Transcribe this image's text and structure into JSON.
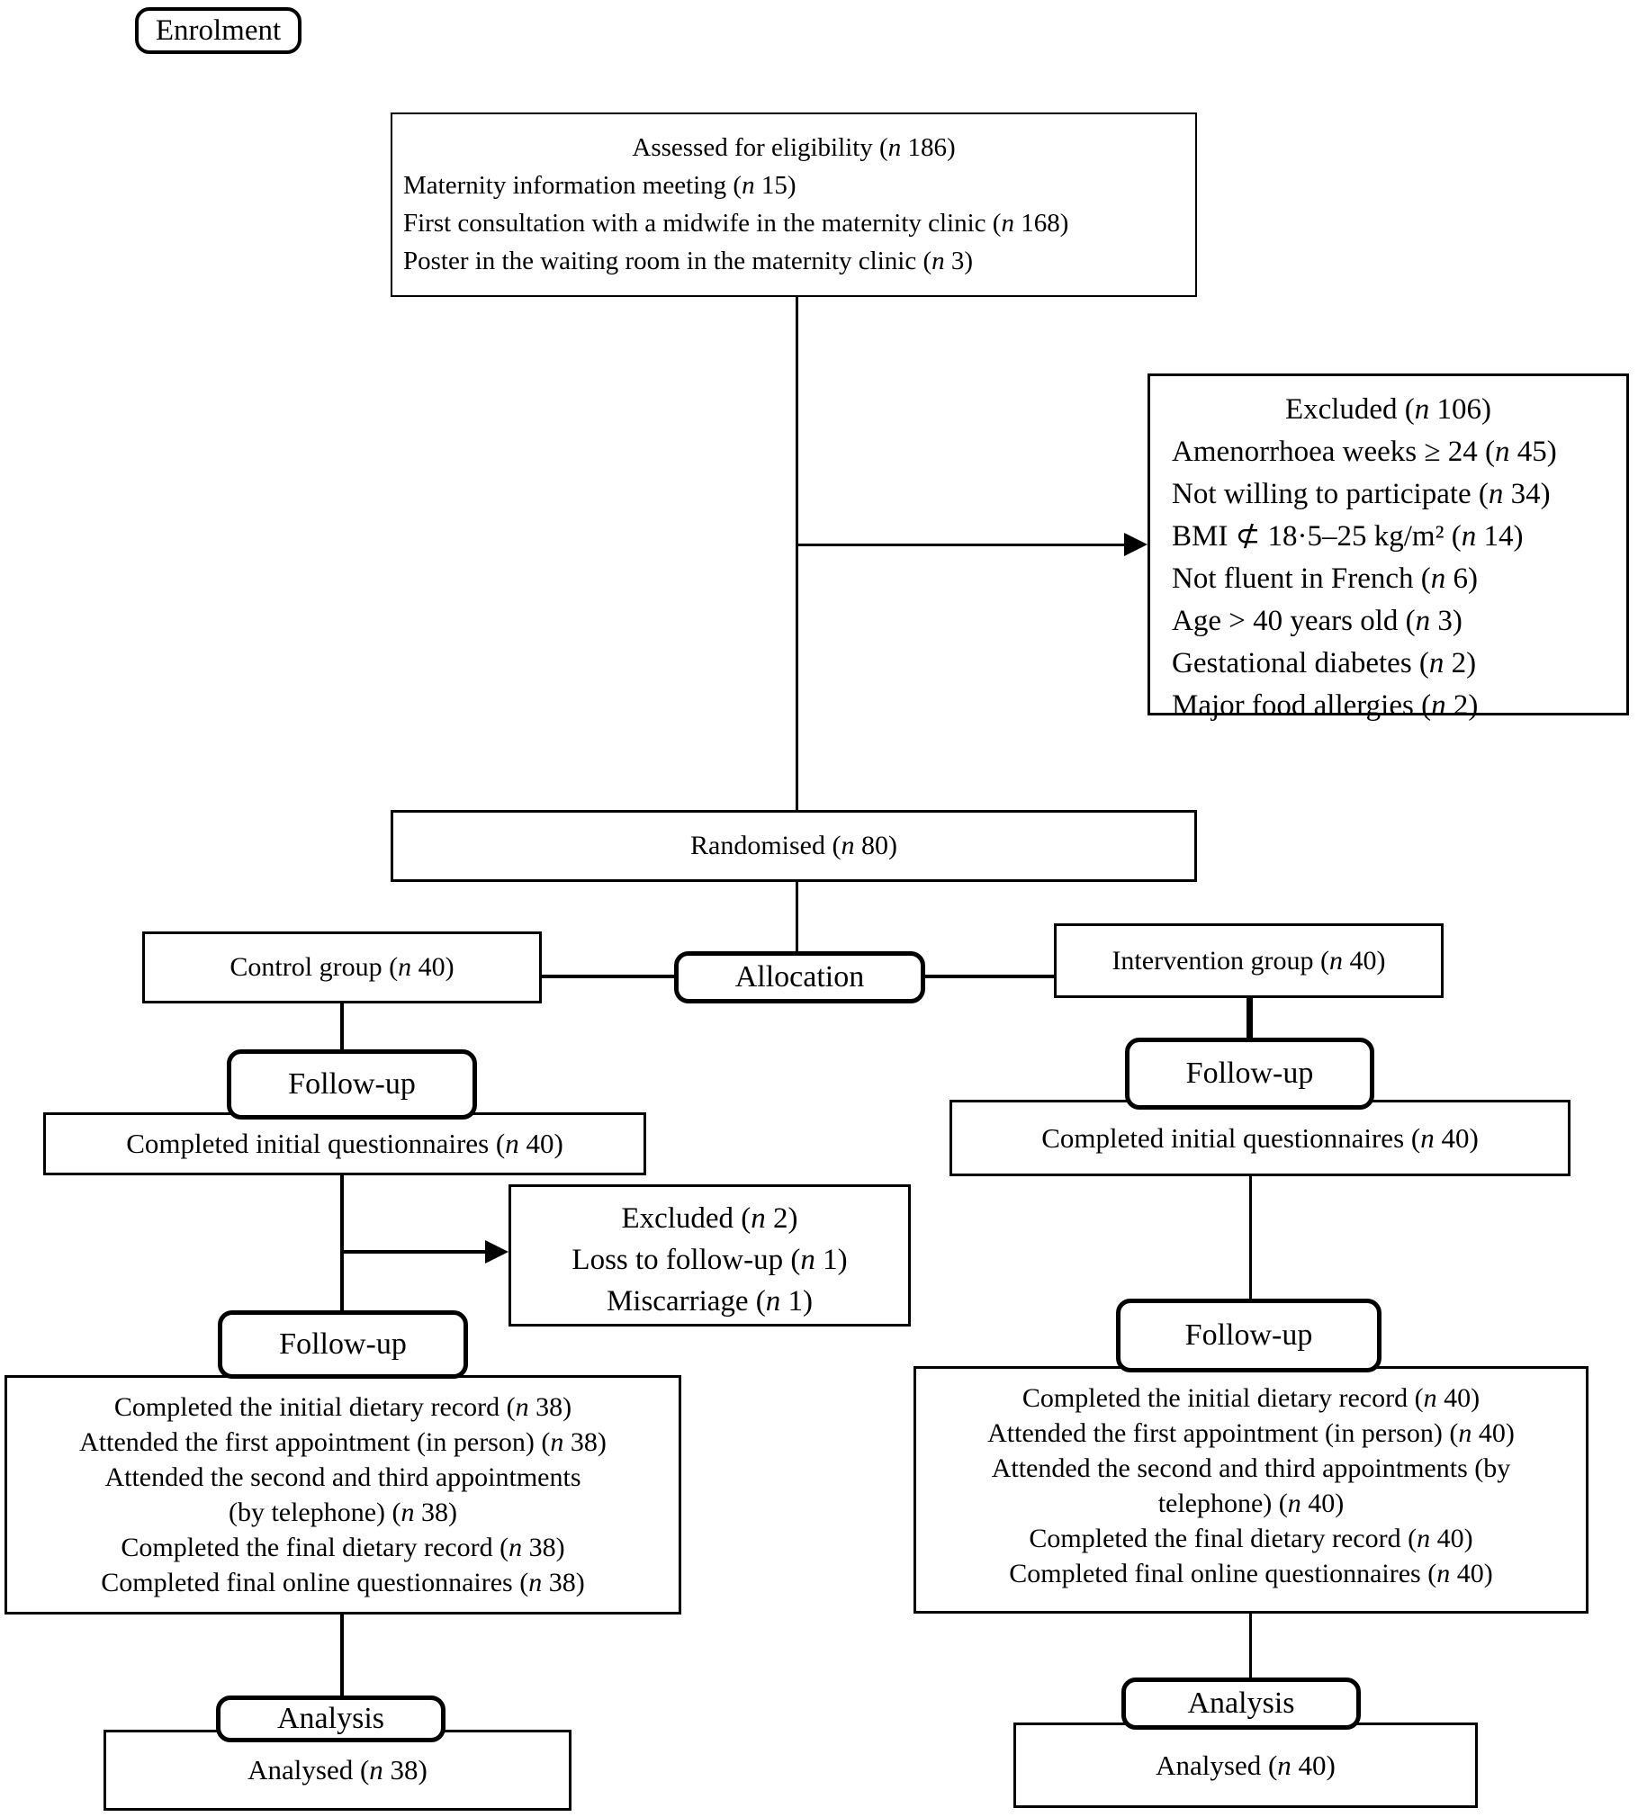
{
  "diagram": {
    "stages": {
      "enrolment": "Enrolment",
      "allocation": "Allocation",
      "followup": "Follow-up",
      "analysis": "Analysis"
    },
    "assessed": {
      "title": "Assessed for eligibility (n 186)",
      "lines": [
        "Maternity information meeting (n 15)",
        "First consultation with a midwife in the maternity clinic (n 168)",
        "Poster in the waiting room in the maternity clinic (n 3)"
      ]
    },
    "excluded_main": {
      "title": "Excluded (n 106)",
      "lines": [
        "Amenorrhoea weeks ≥ 24 (n 45)",
        "Not willing to participate (n 34)",
        "BMI ⊄ 18·5–25 kg/m² (n 14)",
        "Not fluent in French (n 6)",
        "Age > 40 years old (n 3)",
        "Gestational diabetes (n 2)",
        "Major food allergies (n 2)"
      ]
    },
    "randomised": "Randomised (n 80)",
    "control_group": "Control group (n 40)",
    "intervention_group": "Intervention group (n 40)",
    "control_questionnaires": "Completed initial questionnaires (n 40)",
    "intervention_questionnaires": "Completed initial questionnaires (n 40)",
    "excluded_followup": {
      "lines": [
        "Excluded (n 2)",
        "Loss to follow-up (n 1)",
        "Miscarriage (n 1)"
      ]
    },
    "control_followup_detail": {
      "lines": [
        "Completed the initial dietary record (n 38)",
        "Attended the first appointment (in person) (n 38)",
        "Attended the second and third appointments",
        "(by telephone) (n 38)",
        "Completed the final dietary record (n 38)",
        "Completed final online questionnaires (n 38)"
      ]
    },
    "intervention_followup_detail": {
      "lines": [
        "Completed the initial dietary record (n 40)",
        "Attended the first appointment (in person) (n 40)",
        "Attended the second and third appointments (by",
        "telephone) (n 40)",
        "Completed the final dietary record (n 40)",
        "Completed final online questionnaires (n 40)"
      ]
    },
    "analysed_control": "Analysed (n 38)",
    "analysed_intervention": "Analysed (n 40)",
    "colors": {
      "line": "#000000",
      "background": "#ffffff",
      "box_fill": "#ffffff"
    }
  }
}
